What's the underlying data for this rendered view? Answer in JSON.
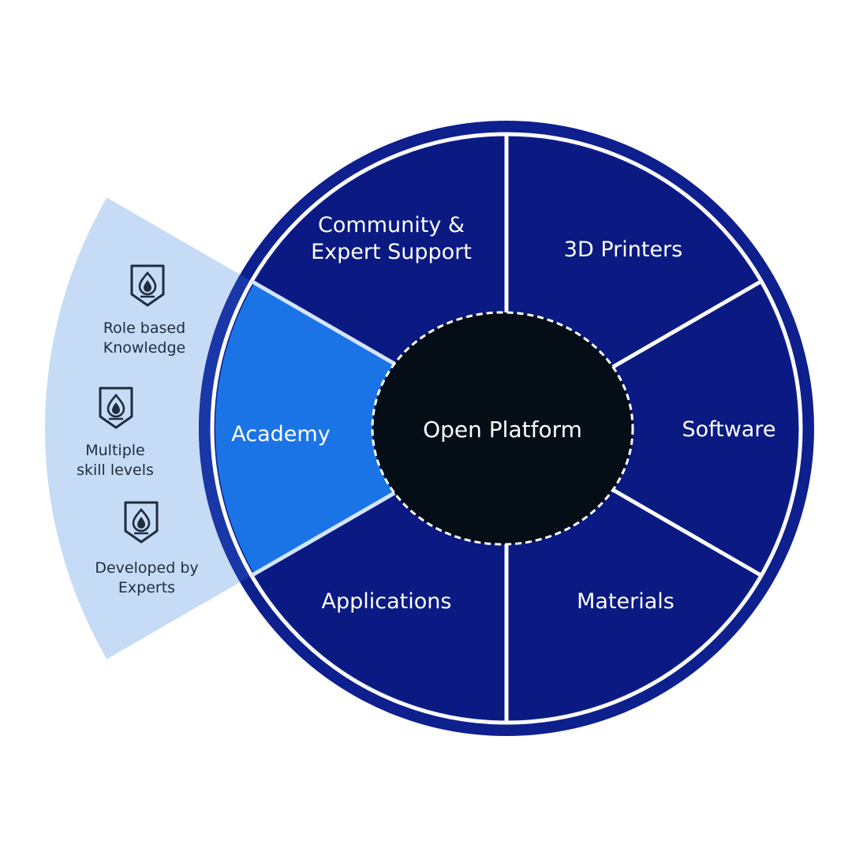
{
  "title": "Open Platform ecosystem",
  "colors": {
    "outer_ring": "#0e1f8e",
    "segment": "#0a1a82",
    "highlight_segment": "#1b74e6",
    "highlight_ring": "#1937a6",
    "callout_wedge": "#c6dbf6",
    "center": "#050d17",
    "divider": "#ffffff",
    "feature_text": "#1f2d3d"
  },
  "center": {
    "label": "Open Platform"
  },
  "segments": [
    {
      "id": "software",
      "lines": [
        "Software"
      ],
      "highlighted": false
    },
    {
      "id": "3d-printers",
      "lines": [
        "3D Printers"
      ],
      "highlighted": false
    },
    {
      "id": "community",
      "lines": [
        "Community &",
        "Expert Support"
      ],
      "highlighted": false
    },
    {
      "id": "academy",
      "lines": [
        "Academy"
      ],
      "highlighted": true
    },
    {
      "id": "applications",
      "lines": [
        "Applications"
      ],
      "highlighted": false
    },
    {
      "id": "materials",
      "lines": [
        "Materials"
      ],
      "highlighted": false
    }
  ],
  "academy_features": [
    {
      "icon": "shield-flame-icon",
      "lines": [
        "Role based",
        "Knowledge"
      ]
    },
    {
      "icon": "shield-flame-icon",
      "lines": [
        "Multiple",
        "skill levels"
      ]
    },
    {
      "icon": "shield-flame-icon",
      "lines": [
        "Developed by",
        "Experts"
      ]
    }
  ]
}
